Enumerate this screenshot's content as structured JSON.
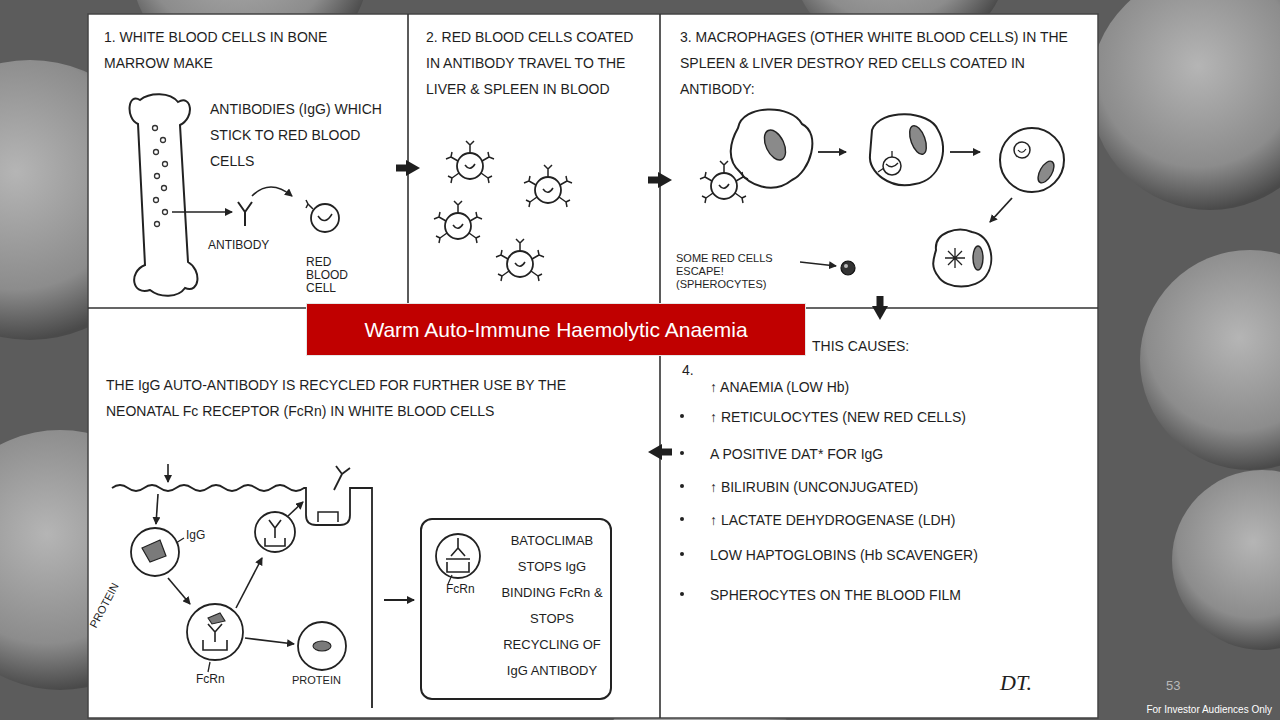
{
  "diagram": {
    "title": "Warm Auto-Immune Haemolytic Anaemia",
    "nodes": [
      {
        "text": [
          "1. WHITE BLOOD CELLS IN BONE MARROW MAKE",
          "ANTIBODIES (IgG) WHICH STICK TO RED BLOOD CELLS"
        ]
      },
      {
        "text": [
          "2. RED BLOOD CELLS COATED IN ANTIBODY TRAVEL TO THE LIVER & SPLEEN IN BLOOD"
        ]
      },
      {
        "text": [
          "3. MACROPHAGES (OTHER WHITE BLOOD CELLS) IN THE SPLEEN & LIVER DESTROY RED CELLS COATED IN ANTIBODY:"
        ]
      },
      {
        "text": [
          "THIS CAUSES:",
          "4.",
          "↑ ANAEMIA (LOW Hb)",
          "↑ RETICULOCYTES (NEW RED CELLS)",
          "A POSITIVE DAT* FOR IgG",
          "↑ BILIRUBIN (UNCONJUGATED)",
          "↑ LACTATE DEHYDROGENASE (LDH)",
          "LOW HAPTOGLOBINS (Hb SCAVENGER)",
          "SPHEROCYTES ON THE BLOOD FILM"
        ]
      },
      {
        "text": [
          "THE IgG AUTO-ANTIBODY IS RECYCLED FOR FURTHER USE BY THE NEONATAL Fc RECEPTOR (FcRn) IN WHITE BLOOD CELLS"
        ]
      },
      {
        "text": [
          "BATOCLIMAB STOPS IgG BINDING FcRn & STOPS RECYCLING OF IgG ANTIBODY"
        ],
        "in": 4
      }
    ],
    "edges": [
      {
        "from": 0,
        "to": 1,
        "arrow": "to"
      },
      {
        "from": 1,
        "to": 2,
        "arrow": "to"
      },
      {
        "from": 2,
        "to": 3,
        "arrow": "to"
      },
      {
        "from": 3,
        "to": 4,
        "arrow": "to"
      }
    ],
    "labels": [
      "ANTIBODY",
      "RED BLOOD CELL",
      "SOME RED CELLS ESCAPE! (SPHEROCYTES)",
      "IgG",
      "PROTEIN",
      "FcRn",
      "PROTEIN",
      "FcRn",
      "DT.",
      "53",
      "For Investor Audiences Only"
    ]
  }
}
